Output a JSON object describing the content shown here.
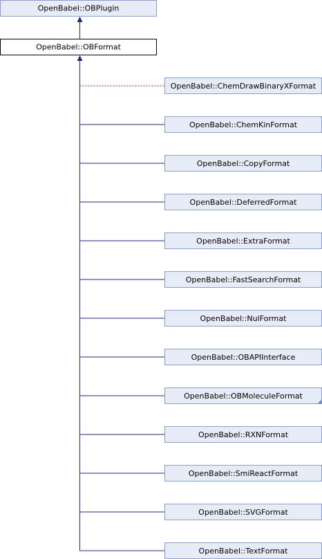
{
  "diagram": {
    "base": {
      "label": "OpenBabel::OBPlugin"
    },
    "current": {
      "label": "OpenBabel::OBFormat"
    },
    "children": [
      {
        "label": "OpenBabel::ChemDrawBinaryXFormat",
        "relation": "dashed"
      },
      {
        "label": "OpenBabel::ChemKinFormat",
        "relation": "solid"
      },
      {
        "label": "OpenBabel::CopyFormat",
        "relation": "solid"
      },
      {
        "label": "OpenBabel::DeferredFormat",
        "relation": "solid"
      },
      {
        "label": "OpenBabel::ExtraFormat",
        "relation": "solid"
      },
      {
        "label": "OpenBabel::FastSearchFormat",
        "relation": "solid"
      },
      {
        "label": "OpenBabel::NulFormat",
        "relation": "solid"
      },
      {
        "label": "OpenBabel::OBAPIInterface",
        "relation": "solid"
      },
      {
        "label": "OpenBabel::OBMoleculeFormat",
        "relation": "solid",
        "has_more": true
      },
      {
        "label": "OpenBabel::RXNFormat",
        "relation": "solid"
      },
      {
        "label": "OpenBabel::SmiReactFormat",
        "relation": "solid"
      },
      {
        "label": "OpenBabel::SVGFormat",
        "relation": "solid"
      },
      {
        "label": "OpenBabel::TextFormat",
        "relation": "solid"
      }
    ],
    "colors": {
      "node_fill": "#e8ecf7",
      "node_border": "#8a9ccc",
      "current_border": "#000000",
      "edge": "#1f2b7a",
      "dashed_edge": "#9a2a1a"
    }
  }
}
